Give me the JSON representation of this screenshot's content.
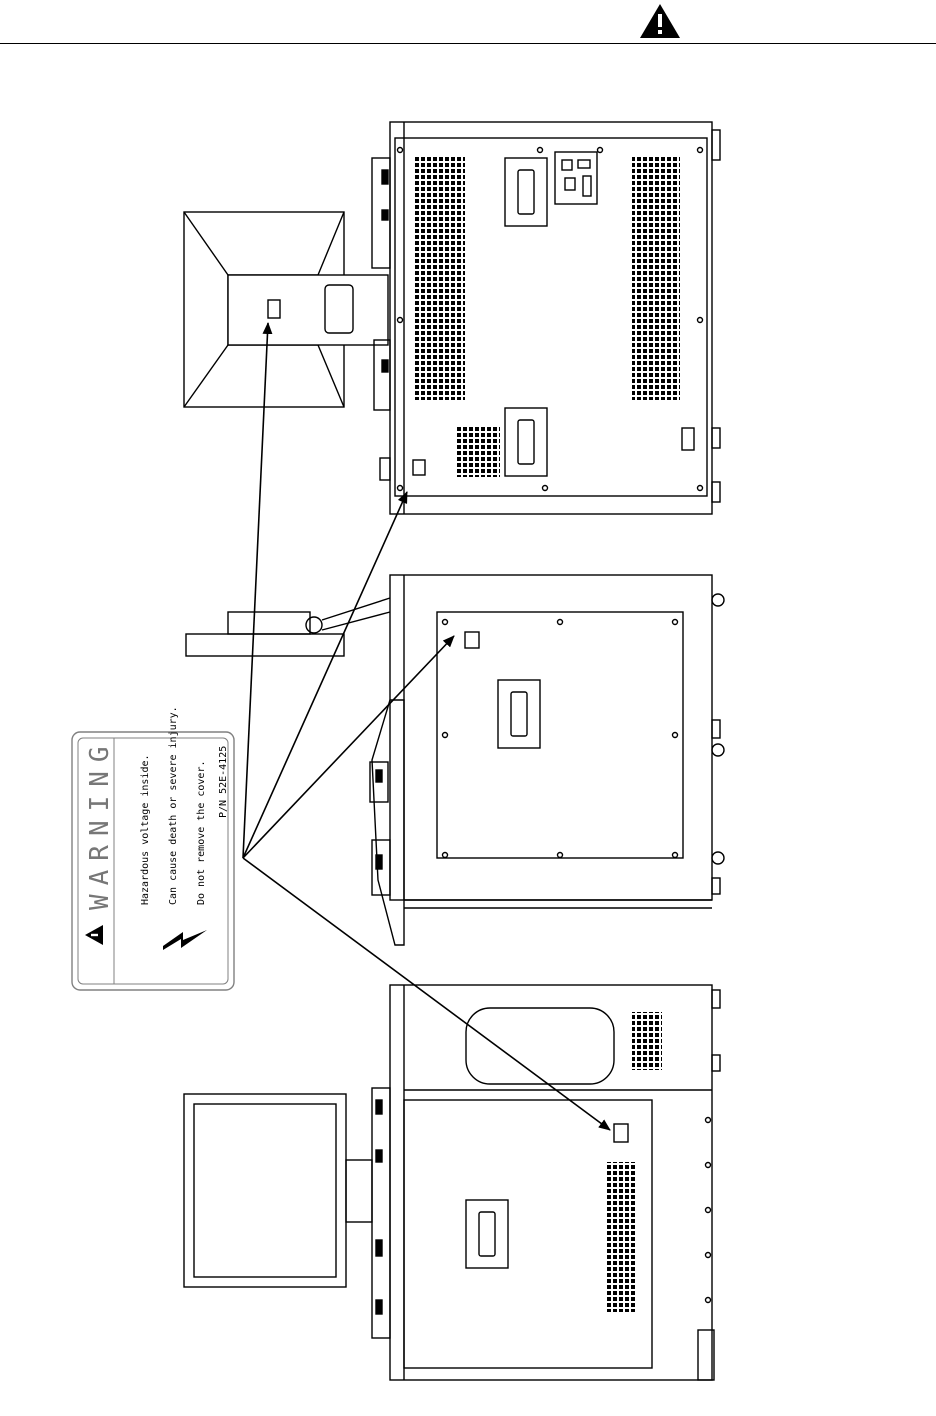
{
  "header": {
    "icon": "warning-triangle-icon"
  },
  "warning_label": {
    "title": "WARNING",
    "line1": "Hazardous voltage inside.",
    "line2": "Can cause death or severe injury.",
    "line3": "Do not remove the cover.",
    "part_number": "P/N 52E-4125",
    "icons": [
      "warning-triangle-icon",
      "lightning-bolt-icon"
    ]
  },
  "views": [
    {
      "name": "top-view"
    },
    {
      "name": "side-view"
    },
    {
      "name": "front-view"
    }
  ],
  "colors": {
    "line": "#000000",
    "label_border": "#808080",
    "background": "#ffffff"
  }
}
